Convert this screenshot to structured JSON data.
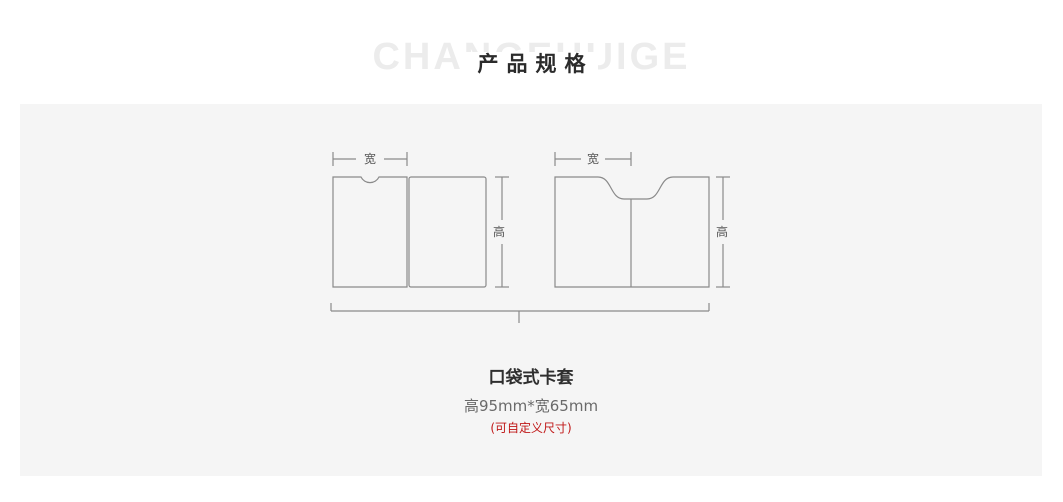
{
  "header": {
    "background_word": "CHANGEHUIGE",
    "title": "产品规格"
  },
  "diagram": {
    "width_label": "宽",
    "height_label": "高",
    "line_color": "#8a8a8a"
  },
  "product": {
    "name": "口袋式卡套",
    "size": "高95mm*宽65mm",
    "note": "(可自定义尺寸)",
    "note_color": "#c01818"
  }
}
